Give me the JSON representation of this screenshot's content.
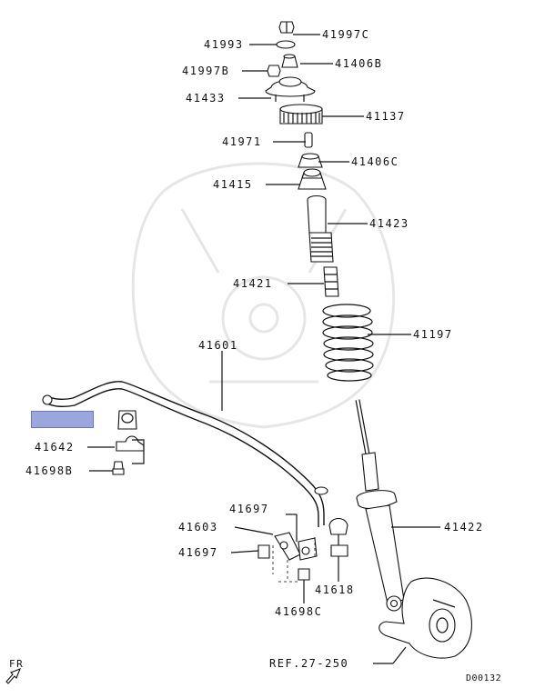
{
  "diagram": {
    "part_labels": [
      {
        "id": "p41997c",
        "text": "41997C"
      },
      {
        "id": "p41993",
        "text": "41993"
      },
      {
        "id": "p41406b",
        "text": "41406B"
      },
      {
        "id": "p41997b",
        "text": "41997B"
      },
      {
        "id": "p41433",
        "text": "41433"
      },
      {
        "id": "p41137",
        "text": "41137"
      },
      {
        "id": "p41971",
        "text": "41971"
      },
      {
        "id": "p41406c",
        "text": "41406C"
      },
      {
        "id": "p41415",
        "text": "41415"
      },
      {
        "id": "p41423",
        "text": "41423"
      },
      {
        "id": "p41421",
        "text": "41421"
      },
      {
        "id": "p41197",
        "text": "41197"
      },
      {
        "id": "p41601",
        "text": "41601"
      },
      {
        "id": "p41642",
        "text": "41642"
      },
      {
        "id": "p41698b",
        "text": "41698B"
      },
      {
        "id": "p41697a",
        "text": "41697"
      },
      {
        "id": "p41603",
        "text": "41603"
      },
      {
        "id": "p41697b",
        "text": "41697"
      },
      {
        "id": "p41422",
        "text": "41422"
      },
      {
        "id": "p41618",
        "text": "41618"
      },
      {
        "id": "p41698c",
        "text": "41698C"
      }
    ],
    "reference": "REF.27-250",
    "front_marker": "FR",
    "drawing_code": "D00132",
    "highlight_color": "#9aa6dc"
  }
}
